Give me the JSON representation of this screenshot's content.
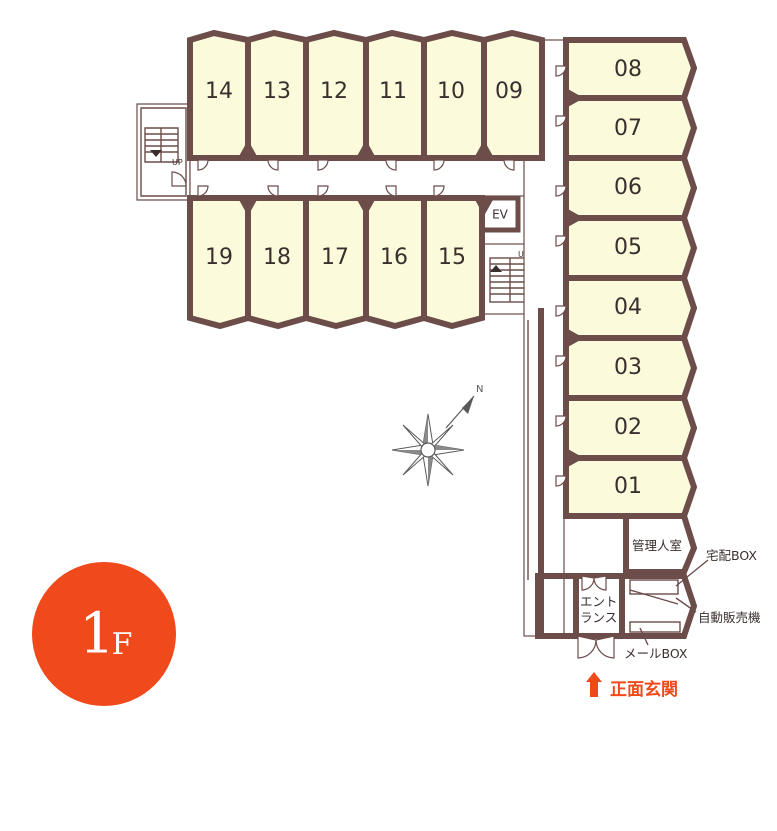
{
  "floor": {
    "number": "1",
    "suffix": "F"
  },
  "rooms_top": [
    "14",
    "13",
    "12",
    "11",
    "10",
    "09"
  ],
  "rooms_bottom": [
    "19",
    "18",
    "17",
    "16",
    "15"
  ],
  "rooms_right": [
    "08",
    "07",
    "06",
    "05",
    "04",
    "03",
    "02",
    "01"
  ],
  "labels": {
    "elevator": "EV",
    "stairs_up_left": "UP",
    "stairs_up_center": "UP",
    "manager_room": "管理人室",
    "delivery_box": "宅配BOX",
    "vending_machine": "自動販売機",
    "entrance_line1": "エント",
    "entrance_line2": "ランス",
    "mail_box": "メールBOX",
    "main_entrance": "正面玄関",
    "compass_north": "N"
  },
  "colors": {
    "room_fill": "#fbfbdc",
    "wall": "#6d4d4a",
    "accent": "#f04a1c"
  }
}
